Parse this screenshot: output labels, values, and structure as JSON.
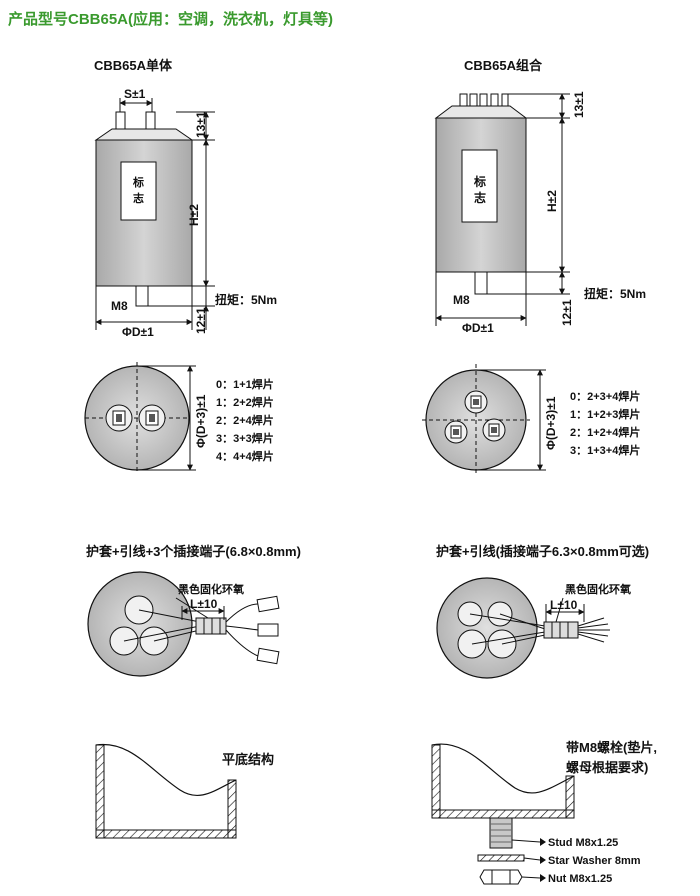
{
  "header": {
    "title": "产品型号CBB65A(应用：空调，洗衣机，灯具等)"
  },
  "colors": {
    "title_green": "#3a9a2e",
    "body_gray": "#c9c9c9",
    "line": "#111111"
  },
  "single": {
    "title": "CBB65A单体",
    "dims": {
      "s": "S±1",
      "top": "13±1",
      "h": "H±2",
      "bottom": "12±1",
      "d": "ΦD±1",
      "m8": "M8",
      "d3": "Φ(D+3)±1"
    },
    "label_top": "标",
    "label_bot": "志",
    "torque": "扭矩：5Nm",
    "combos": [
      "0：1+1焊片",
      "1：2+2焊片",
      "2：2+4焊片",
      "3：3+3焊片",
      "4：4+4焊片"
    ]
  },
  "combo": {
    "title": "CBB65A组合",
    "dims": {
      "top": "13±1",
      "h": "H±2",
      "bottom": "12±1",
      "d": "ΦD±1",
      "m8": "M8",
      "d3": "Φ(D+3)±1"
    },
    "label_top": "标",
    "label_bot": "志",
    "torque": "扭矩：5Nm",
    "combos": [
      "0：2+3+4焊片",
      "1：1+2+3焊片",
      "2：1+2+4焊片",
      "3：1+3+4焊片"
    ]
  },
  "lead_left": {
    "title": "护套+引线+3个插接端子(6.8×0.8mm)",
    "note": "黑色固化环氧",
    "len": "L±10"
  },
  "lead_right": {
    "title": "护套+引线(插接端子6.3×0.8mm可选)",
    "note": "黑色固化环氧",
    "len": "L±10"
  },
  "bottom_left": {
    "title": "平底结构"
  },
  "bottom_right": {
    "title_1": "带M8螺栓(垫片,",
    "title_2": "螺母根据要求)",
    "stud": "Stud M8x1.25",
    "washer": "Star Washer 8mm",
    "nut": "Nut M8x1.25"
  }
}
